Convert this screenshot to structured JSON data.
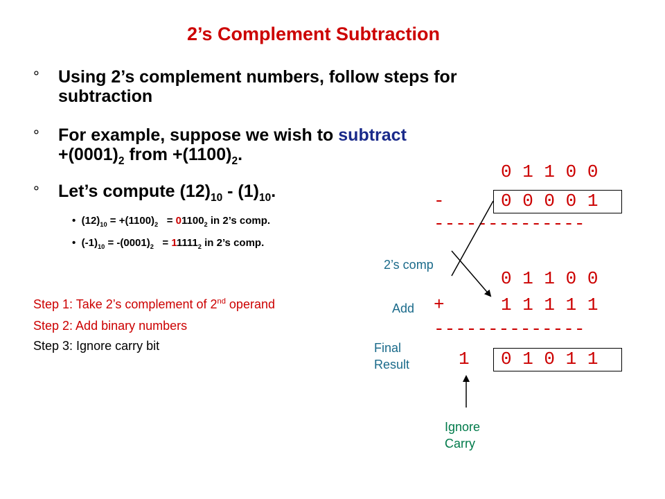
{
  "title": "2’s Complement Subtraction",
  "bullet_mark": "°",
  "bullets": {
    "b1_line1": "Using 2’s complement numbers, follow steps for",
    "b1_line2": "subtraction",
    "b2_line1_pre": "For example, suppose we wish to ",
    "b2_line1_hl": "subtract",
    "b2_line2_a": "+(0001)",
    "b2_line2_sub1": "2",
    "b2_line2_b": " from +(1100)",
    "b2_line2_sub2": "2",
    "b2_line2_c": ".",
    "b3_a": "Let’s compute (12)",
    "b3_sub1": "10",
    "b3_b": " - (1)",
    "b3_sub2": "10",
    "b3_c": "."
  },
  "sub_bullets": [
    {
      "dot": "•",
      "a": "(12)",
      "a_sub": "10",
      "b": " = +(1100)",
      "b_sub": "2",
      "c": " = ",
      "hl": "0",
      "d": "1100",
      "d_sub": "2",
      "e": " in 2’s comp."
    },
    {
      "dot": "•",
      "a": "(-1)",
      "a_sub": "10",
      "b": " = -(0001)",
      "b_sub": "2",
      "c": " = ",
      "hl": "1",
      "d": "1111",
      "d_sub": "2",
      "e": " in 2’s comp."
    }
  ],
  "steps": {
    "s1_a": "Step 1:  Take 2’s complement of 2",
    "s1_sup": "nd",
    "s1_b": " operand",
    "s2_a": "Step 2:  Add ",
    "s2_b": "binary numbers",
    "s3": "Step 3:  Ignore carry bit"
  },
  "calc": {
    "row1": "0 1 1 0 0",
    "minus": "-",
    "row2": "0 0 0 0 1",
    "dash1": "--------------",
    "label_2s": "2’s comp",
    "row3": "0 1 1 0 0",
    "label_add": "Add",
    "plus": "+",
    "row4": "1 1 1 1 1",
    "dash2": "--------------",
    "label_final_1": "Final",
    "label_final_2": "Result",
    "carry": "1",
    "result": "0 1 0 1 1",
    "label_ignore_1": "Ignore",
    "label_ignore_2": "Carry"
  },
  "colors": {
    "title": "#cc0000",
    "highlight_blue": "#1a2a8a",
    "label_teal": "#1a6a8a",
    "label_green": "#007a4a"
  }
}
